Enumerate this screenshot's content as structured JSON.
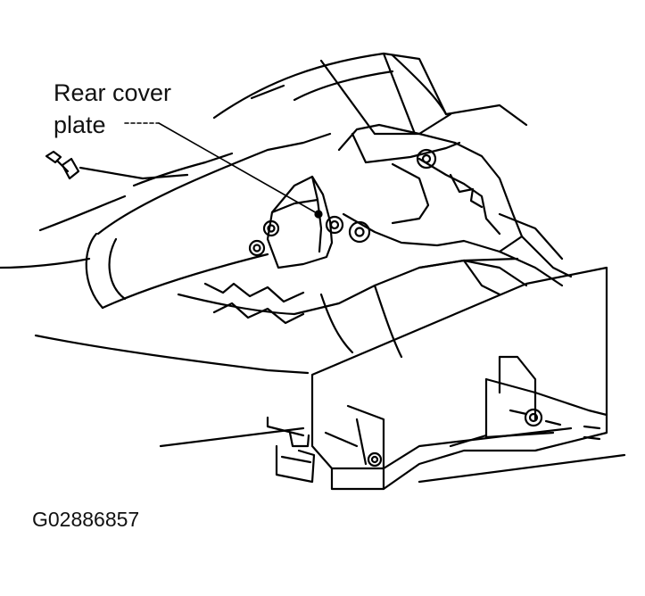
{
  "callout": {
    "line1": "Rear cover",
    "line2": "plate"
  },
  "figure_id": "G02886857",
  "colors": {
    "line": "#000000",
    "background": "#ffffff"
  }
}
